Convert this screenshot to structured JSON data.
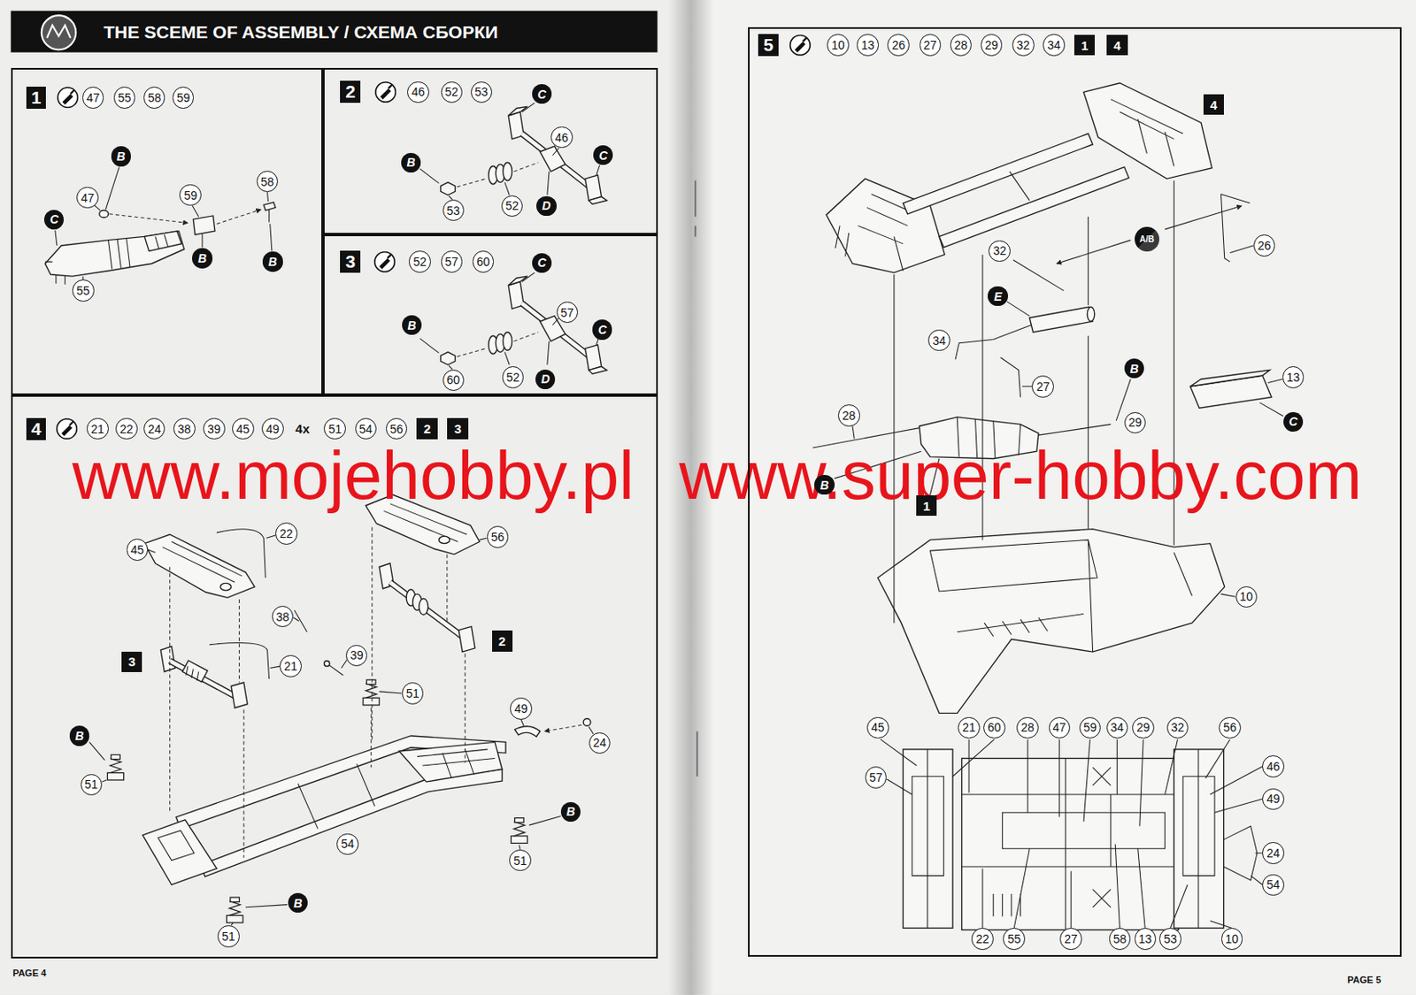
{
  "diagram": {
    "title": "THE SCEME OF ASSEMBLY / СХЕМА СБОРКИ",
    "nodes": [
      {
        "text": [
          "1"
        ]
      },
      {
        "text": [
          "47"
        ],
        "in": 0
      },
      {
        "text": [
          "55"
        ],
        "in": 0
      },
      {
        "text": [
          "58"
        ],
        "in": 0
      },
      {
        "text": [
          "59"
        ],
        "in": 0
      },
      {
        "text": [
          "B"
        ],
        "in": 0
      },
      {
        "text": [
          "47"
        ],
        "in": 0
      },
      {
        "text": [
          "59"
        ],
        "in": 0
      },
      {
        "text": [
          "58"
        ],
        "in": 0
      },
      {
        "text": [
          "C"
        ],
        "in": 0
      },
      {
        "text": [
          "B"
        ],
        "in": 0
      },
      {
        "text": [
          "B"
        ],
        "in": 0
      },
      {
        "text": [
          "55"
        ],
        "in": 0
      },
      {
        "text": [
          "2"
        ]
      },
      {
        "text": [
          "46"
        ],
        "in": 13
      },
      {
        "text": [
          "52"
        ],
        "in": 13
      },
      {
        "text": [
          "53"
        ],
        "in": 13
      },
      {
        "text": [
          "C"
        ],
        "in": 13
      },
      {
        "text": [
          "46"
        ],
        "in": 13
      },
      {
        "text": [
          "C"
        ],
        "in": 13
      },
      {
        "text": [
          "B"
        ],
        "in": 13
      },
      {
        "text": [
          "52"
        ],
        "in": 13
      },
      {
        "text": [
          "D"
        ],
        "in": 13
      },
      {
        "text": [
          "53"
        ],
        "in": 13
      },
      {
        "text": [
          "3"
        ]
      },
      {
        "text": [
          "52"
        ],
        "in": 24
      },
      {
        "text": [
          "57"
        ],
        "in": 24
      },
      {
        "text": [
          "60"
        ],
        "in": 24
      },
      {
        "text": [
          "C"
        ],
        "in": 24
      },
      {
        "text": [
          "57"
        ],
        "in": 24
      },
      {
        "text": [
          "B"
        ],
        "in": 24
      },
      {
        "text": [
          "C"
        ],
        "in": 24
      },
      {
        "text": [
          "52"
        ],
        "in": 24
      },
      {
        "text": [
          "D"
        ],
        "in": 24
      },
      {
        "text": [
          "60"
        ],
        "in": 24
      },
      {
        "text": [
          "4"
        ]
      },
      {
        "text": [
          "21"
        ],
        "in": 35
      },
      {
        "text": [
          "22"
        ],
        "in": 35
      },
      {
        "text": [
          "24"
        ],
        "in": 35
      },
      {
        "text": [
          "38"
        ],
        "in": 35
      },
      {
        "text": [
          "39"
        ],
        "in": 35
      },
      {
        "text": [
          "45"
        ],
        "in": 35
      },
      {
        "text": [
          "49"
        ],
        "in": 35
      },
      {
        "text": [
          "51"
        ],
        "in": 35
      },
      {
        "text": [
          "54"
        ],
        "in": 35
      },
      {
        "text": [
          "56"
        ],
        "in": 35
      },
      {
        "text": [
          "2"
        ],
        "in": 35
      },
      {
        "text": [
          "3"
        ],
        "in": 35
      },
      {
        "text": [
          "22"
        ],
        "in": 35
      },
      {
        "text": [
          "56"
        ],
        "in": 35
      },
      {
        "text": [
          "45"
        ],
        "in": 35
      },
      {
        "text": [
          "38"
        ],
        "in": 35
      },
      {
        "text": [
          "2"
        ],
        "in": 35
      },
      {
        "text": [
          "39"
        ],
        "in": 35
      },
      {
        "text": [
          "3"
        ],
        "in": 35
      },
      {
        "text": [
          "21"
        ],
        "in": 35
      },
      {
        "text": [
          "51"
        ],
        "in": 35
      },
      {
        "text": [
          "49"
        ],
        "in": 35
      },
      {
        "text": [
          "B"
        ],
        "in": 35
      },
      {
        "text": [
          "24"
        ],
        "in": 35
      },
      {
        "text": [
          "51"
        ],
        "in": 35
      },
      {
        "text": [
          "B"
        ],
        "in": 35
      },
      {
        "text": [
          "54"
        ],
        "in": 35
      },
      {
        "text": [
          "51"
        ],
        "in": 35
      },
      {
        "text": [
          "B"
        ],
        "in": 35
      },
      {
        "text": [
          "51"
        ],
        "in": 35
      },
      {
        "text": [
          "5"
        ]
      },
      {
        "text": [
          "10"
        ],
        "in": 66
      },
      {
        "text": [
          "13"
        ],
        "in": 66
      },
      {
        "text": [
          "26"
        ],
        "in": 66
      },
      {
        "text": [
          "27"
        ],
        "in": 66
      },
      {
        "text": [
          "28"
        ],
        "in": 66
      },
      {
        "text": [
          "29"
        ],
        "in": 66
      },
      {
        "text": [
          "32"
        ],
        "in": 66
      },
      {
        "text": [
          "34"
        ],
        "in": 66
      },
      {
        "text": [
          "1"
        ],
        "in": 66
      },
      {
        "text": [
          "4"
        ],
        "in": 66
      },
      {
        "text": [
          "4"
        ],
        "in": 66
      },
      {
        "text": [
          "A/B"
        ],
        "in": 66
      },
      {
        "text": [
          "26"
        ],
        "in": 66
      },
      {
        "text": [
          "32"
        ],
        "in": 66
      },
      {
        "text": [
          "E"
        ],
        "in": 66
      },
      {
        "text": [
          "34"
        ],
        "in": 66
      },
      {
        "text": [
          "B"
        ],
        "in": 66
      },
      {
        "text": [
          "13"
        ],
        "in": 66
      },
      {
        "text": [
          "27"
        ],
        "in": 66
      },
      {
        "text": [
          "28"
        ],
        "in": 66
      },
      {
        "text": [
          "C"
        ],
        "in": 66
      },
      {
        "text": [
          "29"
        ],
        "in": 66
      },
      {
        "text": [
          "B"
        ],
        "in": 66
      },
      {
        "text": [
          "1"
        ],
        "in": 66
      },
      {
        "text": [
          "10"
        ],
        "in": 66
      },
      {
        "text": [
          "45"
        ],
        "in": 66
      },
      {
        "text": [
          "21"
        ],
        "in": 66
      },
      {
        "text": [
          "60"
        ],
        "in": 66
      },
      {
        "text": [
          "28"
        ],
        "in": 66
      },
      {
        "text": [
          "47"
        ],
        "in": 66
      },
      {
        "text": [
          "59"
        ],
        "in": 66
      },
      {
        "text": [
          "34"
        ],
        "in": 66
      },
      {
        "text": [
          "29"
        ],
        "in": 66
      },
      {
        "text": [
          "32"
        ],
        "in": 66
      },
      {
        "text": [
          "56"
        ],
        "in": 66
      },
      {
        "text": [
          "57"
        ],
        "in": 66
      },
      {
        "text": [
          "46"
        ],
        "in": 66
      },
      {
        "text": [
          "49"
        ],
        "in": 66
      },
      {
        "text": [
          "24"
        ],
        "in": 66
      },
      {
        "text": [
          "54"
        ],
        "in": 66
      },
      {
        "text": [
          "22"
        ],
        "in": 66
      },
      {
        "text": [
          "55"
        ],
        "in": 66
      },
      {
        "text": [
          "27"
        ],
        "in": 66
      },
      {
        "text": [
          "58"
        ],
        "in": 66
      },
      {
        "text": [
          "13"
        ],
        "in": 66
      },
      {
        "text": [
          "53"
        ],
        "in": 66
      },
      {
        "text": [
          "10"
        ],
        "in": 66
      }
    ],
    "labels": [
      "4x",
      "www.mojehobby.pl",
      "www.super-hobby.com",
      "PAGE 4",
      "PAGE 5"
    ]
  }
}
